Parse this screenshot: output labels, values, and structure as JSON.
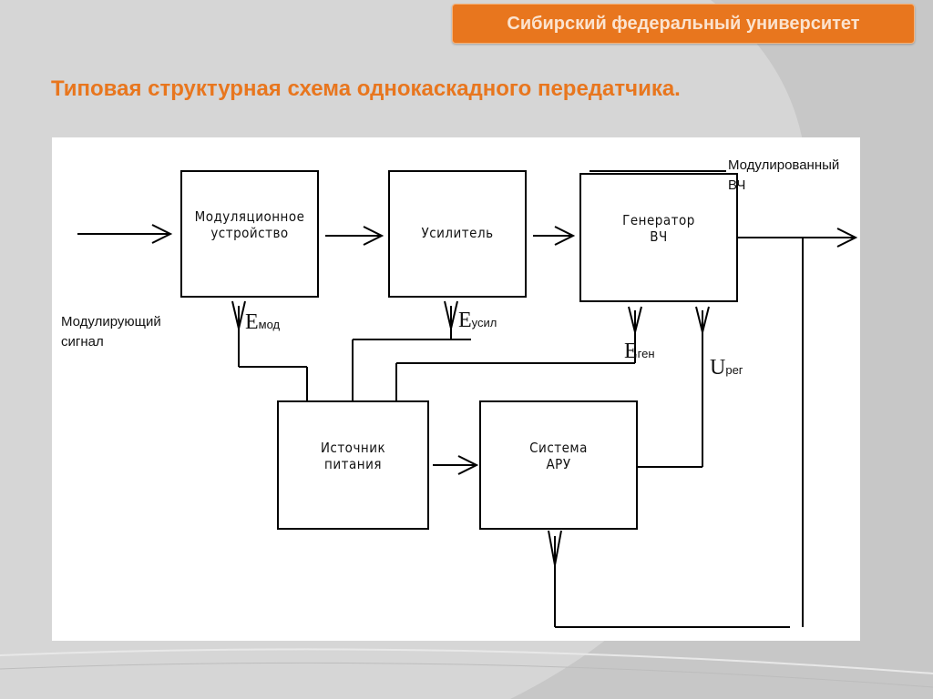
{
  "header": {
    "university": "Сибирский федеральный университет"
  },
  "slide": {
    "title": "Типовая структурная схема однокаскадного передатчика."
  },
  "diagram": {
    "blocks": {
      "modulator": {
        "line1": "Модуляционное",
        "line2": "устройство"
      },
      "amplifier": {
        "line1": "Усилитель",
        "line2": ""
      },
      "generator": {
        "line1": "Генератор",
        "line2": "ВЧ"
      },
      "power": {
        "line1": "Источник",
        "line2": "питания"
      },
      "control": {
        "line1": "Система",
        "line2": "АРУ"
      }
    },
    "labels": {
      "input_signal_line1": "Модулирующий",
      "input_signal_line2": "сигнал",
      "output_signal_line1": "Модулированный",
      "output_signal_line2": "ВЧ",
      "e_mod": "E",
      "e_mod_sub": "мод",
      "e_amp": "E",
      "e_amp_sub": "усил",
      "e_gen": "E",
      "e_gen_sub": "ген",
      "u_reg": "U",
      "u_reg_sub": "рег"
    }
  }
}
